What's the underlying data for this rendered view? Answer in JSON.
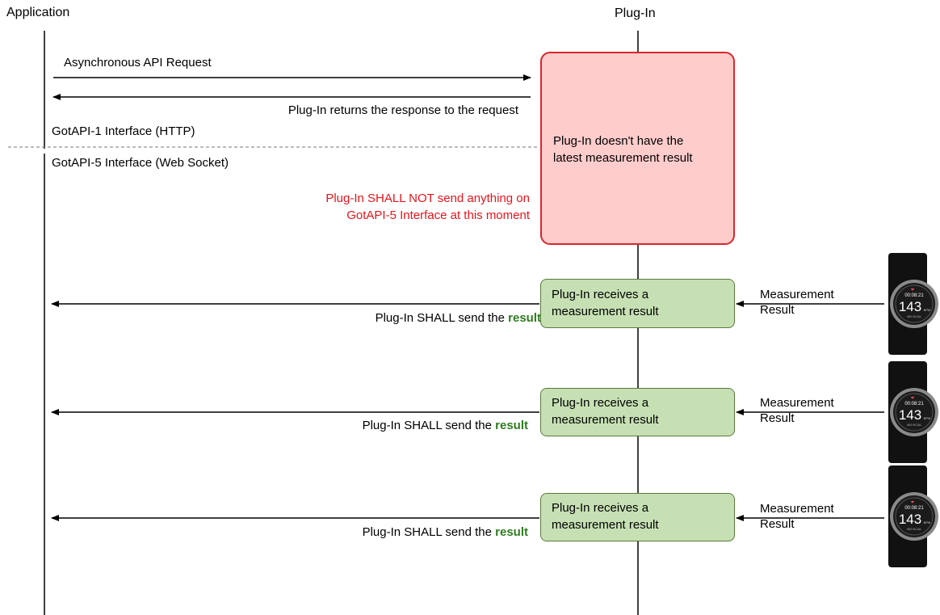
{
  "lanes": {
    "application": "Application",
    "plugin": "Plug-In"
  },
  "phase1": {
    "request": "Asynchronous API Request",
    "response": "Plug-In returns the response to the request",
    "interface": "GotAPI-1 Interface (HTTP)"
  },
  "phase2": {
    "interface": "GotAPI-5 Interface (Web Socket)",
    "shall_not_line1": "Plug-In SHALL NOT send anything on",
    "shall_not_line2": "GotAPI-5 Interface at this moment"
  },
  "plugin_state": {
    "line1": "Plug-In doesn't have the",
    "line2": "latest measurement result"
  },
  "events": [
    {
      "box_line1": "Plug-In receives a",
      "box_line2": "measurement result",
      "input_line1": "Measurement",
      "input_line2": "Result",
      "send_prefix": "Plug-In SHALL send the ",
      "send_emph": "result"
    },
    {
      "box_line1": "Plug-In receives a",
      "box_line2": "measurement result",
      "input_line1": "Measurement",
      "input_line2": "Result",
      "send_prefix": "Plug-In SHALL send the ",
      "send_emph": "result"
    },
    {
      "box_line1": "Plug-In receives a",
      "box_line2": "measurement result",
      "input_line1": "Measurement",
      "input_line2": "Result",
      "send_prefix": "Plug-In SHALL send the ",
      "send_emph": "result"
    }
  ],
  "watch": {
    "date": "00:08:21",
    "value": "143",
    "unit": "BPM",
    "sub": "400 KCAL"
  },
  "colors": {
    "warning_red": "#e8141c",
    "state_box_fill": "#ffcccc",
    "state_box_border": "#d9262c",
    "event_box_fill": "#c6e0b4",
    "event_box_border": "#5a7a3a",
    "result_green": "#2e7d1f"
  }
}
